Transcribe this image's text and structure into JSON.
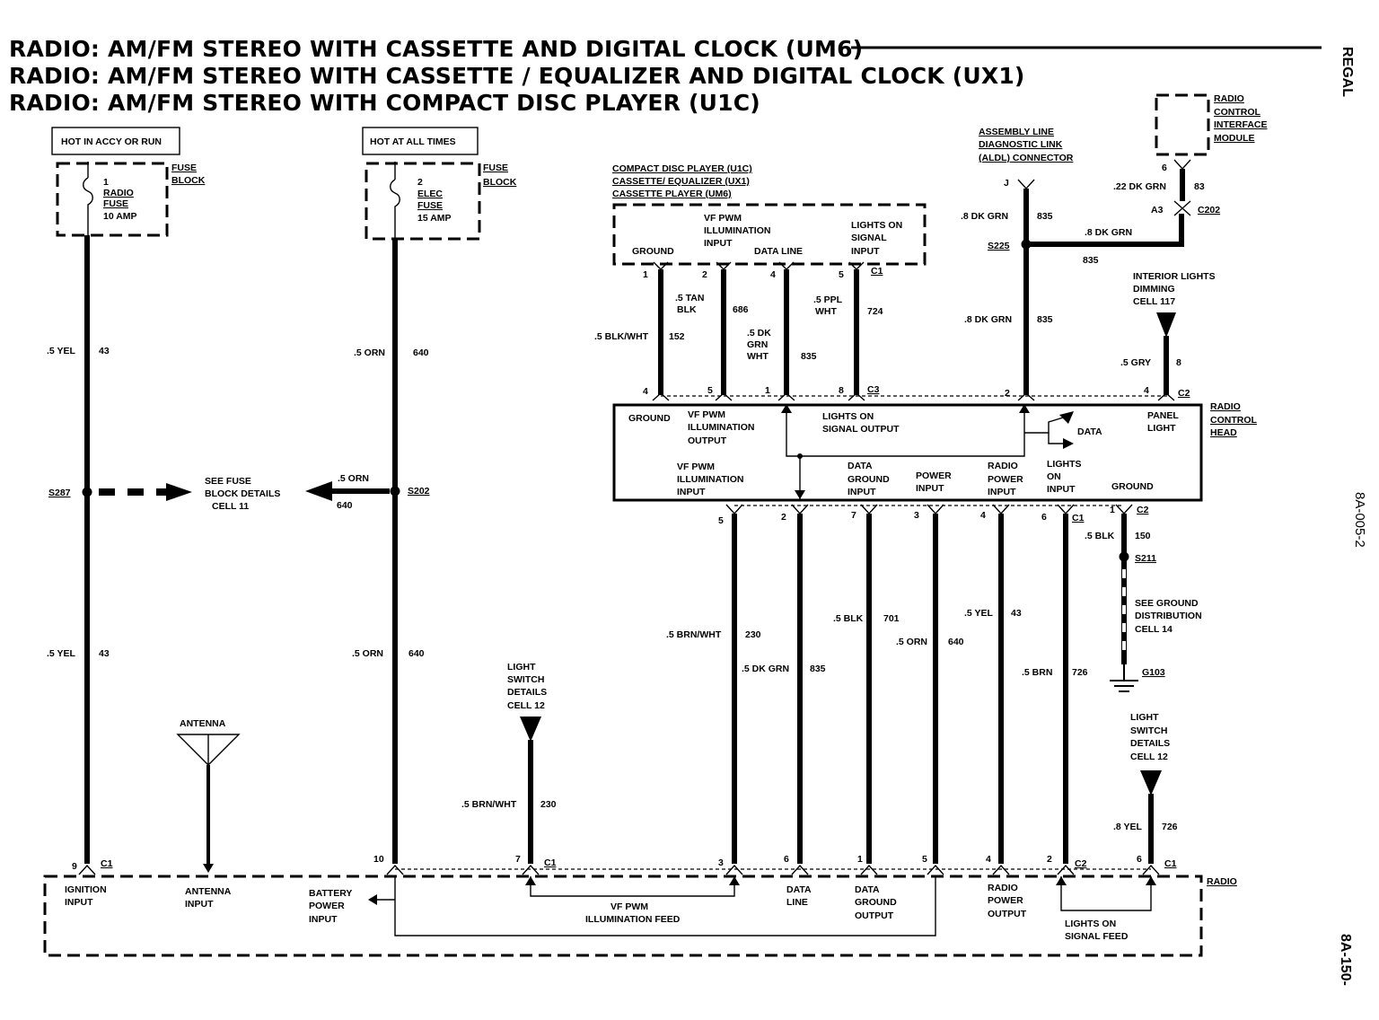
{
  "titles": [
    "RADIO: AM/FM STEREO WITH CASSETTE AND DIGITAL CLOCK (UM6)",
    "RADIO: AM/FM STEREO WITH CASSETTE / EQUALIZER AND DIGITAL CLOCK (UX1)",
    "RADIO: AM/FM STEREO WITH COMPACT DISC PLAYER (U1C)"
  ],
  "side": {
    "model": "REGAL",
    "drawing_no": "8A-005-2",
    "page": "8A-150-"
  },
  "power": {
    "hot_accy_run": "HOT IN ACCY OR RUN",
    "hot_all_times": "HOT AT ALL TIMES",
    "fuse_block": [
      "FUSE",
      "BLOCK"
    ],
    "fuse1": [
      "1",
      "RADIO",
      "FUSE",
      "10 AMP"
    ],
    "fuse2": [
      "2",
      "ELEC",
      "FUSE",
      "15 AMP"
    ]
  },
  "wires": {
    "w43a": [
      ".5 YEL",
      "43"
    ],
    "w43b": [
      ".5 YEL",
      "43"
    ],
    "w640a": [
      ".5 ORN",
      "640"
    ],
    "w640b": [
      ".5 ORN",
      "640"
    ],
    "w640c": [
      ".5 ORN",
      "640"
    ],
    "w152": [
      ".5 BLK/WHT",
      "152"
    ],
    "w686": [
      ".5 TAN",
      "BLK",
      "686"
    ],
    "w835cd": [
      ".5 DK",
      "GRN",
      "WHT",
      "835"
    ],
    "w724": [
      ".5 PPL",
      "WHT",
      "724"
    ],
    "w835a": [
      ".8 DK GRN",
      "835"
    ],
    "w835b": [
      ".8 DK GRN",
      "835"
    ],
    "w835c": [
      ".8 DK GRN",
      "835"
    ],
    "w83": [
      ".22 DK GRN",
      "83"
    ],
    "w8": [
      ".5 GRY",
      "8"
    ],
    "w230": [
      ".5 BRN/WHT",
      "230"
    ],
    "w835d": [
      ".5 DK GRN",
      "835"
    ],
    "w701": [
      ".5 BLK",
      "701"
    ],
    "w640d": [
      ".5 ORN",
      "640"
    ],
    "w43c": [
      ".5 YEL",
      "43"
    ],
    "w726": [
      ".5 BRN",
      "726"
    ],
    "w150": [
      ".5 BLK",
      "150"
    ],
    "w230b": [
      ".5 BRN/WHT",
      "230"
    ],
    "w726b": [
      ".8 YEL",
      "726"
    ]
  },
  "splices": {
    "s287": "S287",
    "s202": "S202",
    "s225": "S225",
    "s211": "S211",
    "g103": "G103"
  },
  "refs": {
    "fuse_details": [
      "SEE FUSE",
      "BLOCK DETAILS",
      "CELL 11"
    ],
    "ground_dist": [
      "SEE GROUND",
      "DISTRIBUTION",
      "CELL 14"
    ],
    "light_switch": [
      "LIGHT",
      "SWITCH",
      "DETAILS",
      "CELL 12"
    ],
    "interior_lights": [
      "INTERIOR LIGHTS",
      "DIMMING",
      "CELL 117"
    ],
    "aldl": [
      "ASSEMBLY LINE",
      "DIAGNOSTIC LINK",
      "(ALDL) CONNECTOR"
    ],
    "rcim": [
      "RADIO",
      "CONTROL",
      "INTERFACE",
      "MODULE"
    ],
    "antenna": "ANTENNA"
  },
  "cd_player": {
    "names": [
      "COMPACT DISC PLAYER (U1C)",
      "CASSETTE/ EQUALIZER (UX1)",
      "CASSETTE PLAYER (UM6)"
    ],
    "ground": "GROUND",
    "vf_pwm": [
      "VF PWM",
      "ILLUMINATION",
      "INPUT"
    ],
    "data_line": "DATA LINE",
    "lights_on": [
      "LIGHTS ON",
      "SIGNAL",
      "INPUT"
    ]
  },
  "head": {
    "name": [
      "RADIO",
      "CONTROL",
      "HEAD"
    ],
    "ground": "GROUND",
    "vf_out": [
      "VF PWM",
      "ILLUMINATION",
      "OUTPUT"
    ],
    "lights_out": [
      "LIGHTS ON",
      "SIGNAL OUTPUT"
    ],
    "data": "DATA",
    "panel": [
      "PANEL",
      "LIGHT"
    ],
    "vf_in": [
      "VF PWM",
      "ILLUMINATION",
      "INPUT"
    ],
    "data_gnd": [
      "DATA",
      "GROUND",
      "INPUT"
    ],
    "power_in": [
      "POWER",
      "INPUT"
    ],
    "radio_power": [
      "RADIO",
      "POWER",
      "INPUT"
    ],
    "lights_in": [
      "LIGHTS",
      "ON",
      "INPUT"
    ],
    "ground2": "GROUND"
  },
  "radio": {
    "name": "RADIO",
    "ignition": [
      "IGNITION",
      "INPUT"
    ],
    "antenna_in": [
      "ANTENNA",
      "INPUT"
    ],
    "battery": [
      "BATTERY",
      "POWER",
      "INPUT"
    ],
    "vf_feed": [
      "VF PWM",
      "ILLUMINATION FEED"
    ],
    "data_line": [
      "DATA",
      "LINE"
    ],
    "data_gnd_out": [
      "DATA",
      "GROUND",
      "OUTPUT"
    ],
    "radio_power_out": [
      "RADIO",
      "POWER",
      "OUTPUT"
    ],
    "lights_feed": [
      "LIGHTS ON",
      "SIGNAL FEED"
    ]
  },
  "pins": {
    "cd": [
      "1",
      "2",
      "4",
      "5"
    ],
    "head_top": [
      "4",
      "5",
      "1",
      "8",
      "2",
      "4"
    ],
    "head_bot": [
      "5",
      "2",
      "7",
      "3",
      "4",
      "6",
      "1"
    ],
    "radio": [
      "9",
      "10",
      "7",
      "3",
      "6",
      "1",
      "5",
      "4",
      "2",
      "6"
    ],
    "aldl": "J",
    "rcim": "6",
    "a3": "A3"
  },
  "connectors": {
    "c1": "C1",
    "c2": "C2",
    "c3": "C3",
    "c202": "C202"
  }
}
